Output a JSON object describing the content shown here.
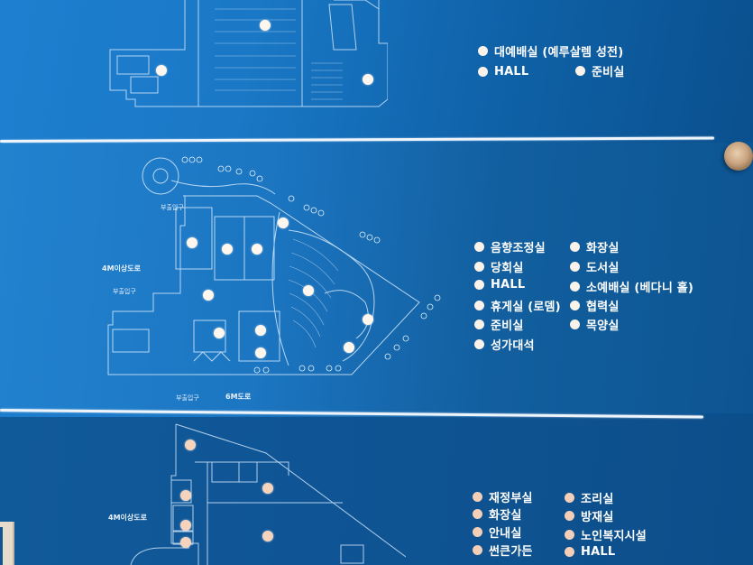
{
  "sign": {
    "background_color": "#1a72bf",
    "line_color": "#eef4fb",
    "dot_color": "#fff7ee"
  },
  "floor_top": {
    "legend": [
      {
        "label": "대예배실 (예루살렘 성전)"
      },
      {
        "label": "HALL"
      },
      {
        "label": "준비실"
      }
    ]
  },
  "floor_middle": {
    "plan_labels": {
      "side_road": "4M이상도로",
      "entrance_top": "부출입구",
      "entrance_left": "부출입구",
      "entrance_bottom": "부출입구",
      "front_road": "6M도로"
    },
    "legend_left": [
      {
        "label": "음향조정실"
      },
      {
        "label": "당회실"
      },
      {
        "label": "HALL"
      },
      {
        "label": "휴게실 (로뎀)"
      },
      {
        "label": "준비실"
      },
      {
        "label": "성가대석"
      }
    ],
    "legend_right": [
      {
        "label": "화장실"
      },
      {
        "label": "도서실"
      },
      {
        "label": "소예배실 (베다니 홀)"
      },
      {
        "label": "협력실"
      },
      {
        "label": "목양실"
      }
    ]
  },
  "floor_bottom": {
    "plan_labels": {
      "side_road": "4M이상도로"
    },
    "legend_left": [
      {
        "label": "재정부실"
      },
      {
        "label": "화장실"
      },
      {
        "label": "안내실"
      },
      {
        "label": "썬큰가든"
      }
    ],
    "legend_right": [
      {
        "label": "조리실"
      },
      {
        "label": "방재실"
      },
      {
        "label": "노인복지시설"
      },
      {
        "label": "HALL"
      }
    ]
  }
}
